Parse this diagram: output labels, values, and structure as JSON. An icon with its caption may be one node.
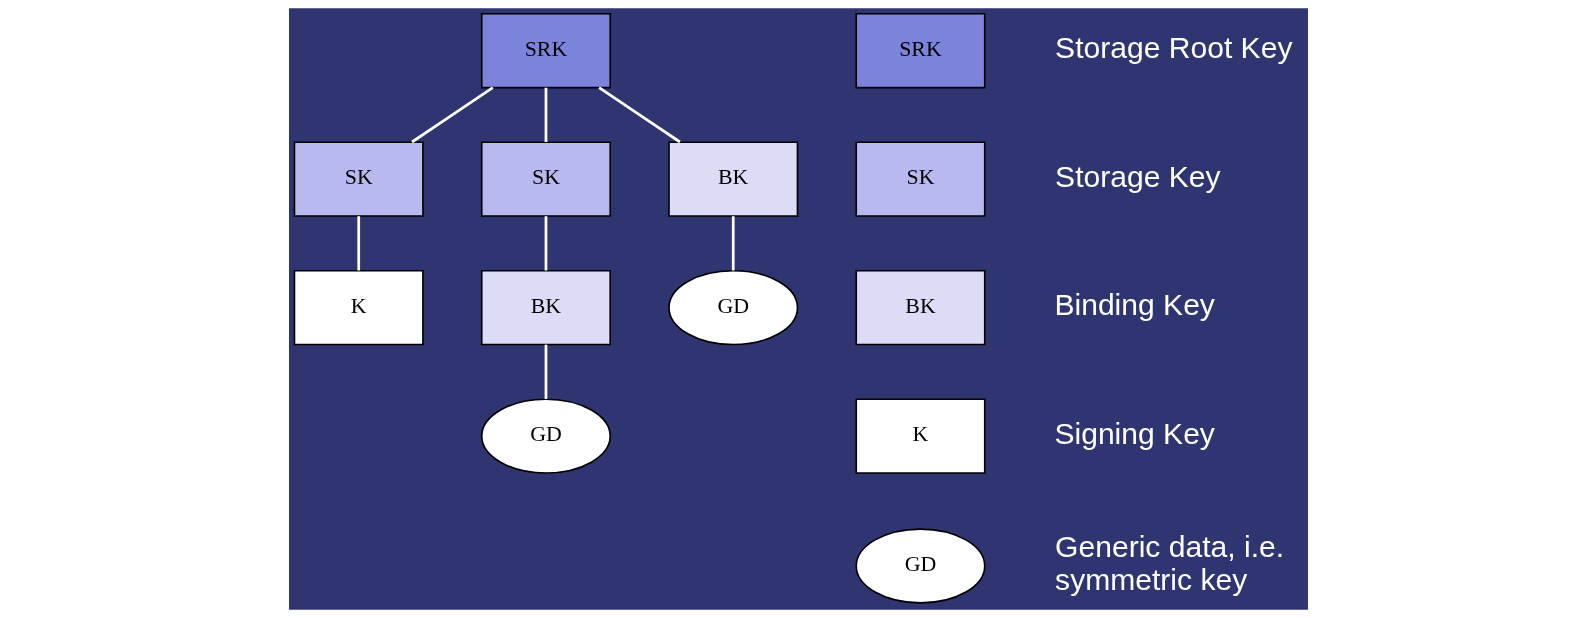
{
  "diagram": {
    "nodes": [
      {
        "text": [
          "SRK"
        ]
      },
      {
        "text": [
          "SK"
        ]
      },
      {
        "text": [
          "SK"
        ]
      },
      {
        "text": [
          "BK"
        ]
      },
      {
        "text": [
          "K"
        ]
      },
      {
        "text": [
          "BK"
        ]
      },
      {
        "text": [
          "GD"
        ]
      },
      {
        "text": [
          "GD"
        ]
      },
      {
        "text": [
          "SRK"
        ],
        "beside": [
          "Storage Root Key"
        ]
      },
      {
        "text": [
          "SK"
        ],
        "beside": [
          "Storage Key"
        ]
      },
      {
        "text": [
          "BK"
        ],
        "beside": [
          "Binding Key"
        ]
      },
      {
        "text": [
          "K"
        ],
        "beside": [
          "Signing Key"
        ]
      },
      {
        "text": [
          "GD"
        ],
        "beside": [
          "Generic data, i.e. symmetric key"
        ]
      }
    ],
    "edges": [
      {
        "from": 0,
        "to": 1,
        "arrow": "none"
      },
      {
        "from": 0,
        "to": 2,
        "arrow": "none"
      },
      {
        "from": 0,
        "to": 3,
        "arrow": "none"
      },
      {
        "from": 1,
        "to": 4,
        "arrow": "none"
      },
      {
        "from": 2,
        "to": 5,
        "arrow": "none"
      },
      {
        "from": 5,
        "to": 6,
        "arrow": "none"
      },
      {
        "from": 3,
        "to": 7,
        "arrow": "none"
      }
    ]
  }
}
